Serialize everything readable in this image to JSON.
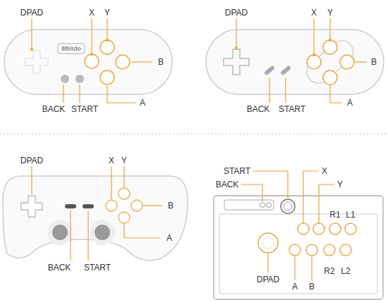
{
  "diagram": {
    "labels": [
      "DPAD",
      "X",
      "Y",
      "8Bitdo",
      "B",
      "BACK",
      "START",
      "A",
      "DPAD",
      "X",
      "Y",
      "B",
      "BACK",
      "START",
      "A",
      "DPAD",
      "X",
      "Y",
      "B",
      "BACK",
      "START",
      "A",
      "START",
      "X",
      "BACK",
      "Y",
      "R1",
      "L1",
      "R2",
      "L2",
      "DPAD",
      "A",
      "B"
    ]
  }
}
